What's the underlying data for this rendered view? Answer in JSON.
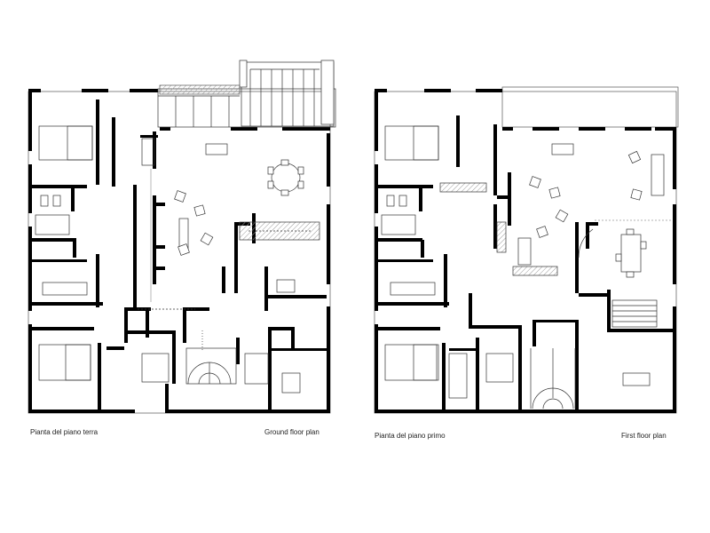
{
  "captions": {
    "ground_it": "Pianta del piano terra",
    "ground_en": "Ground floor plan",
    "first_it": "Pianta del piano primo",
    "first_en": "First floor plan"
  },
  "colors": {
    "wall": "#000000",
    "line": "#333333",
    "hatch": "#9a9a9a"
  }
}
